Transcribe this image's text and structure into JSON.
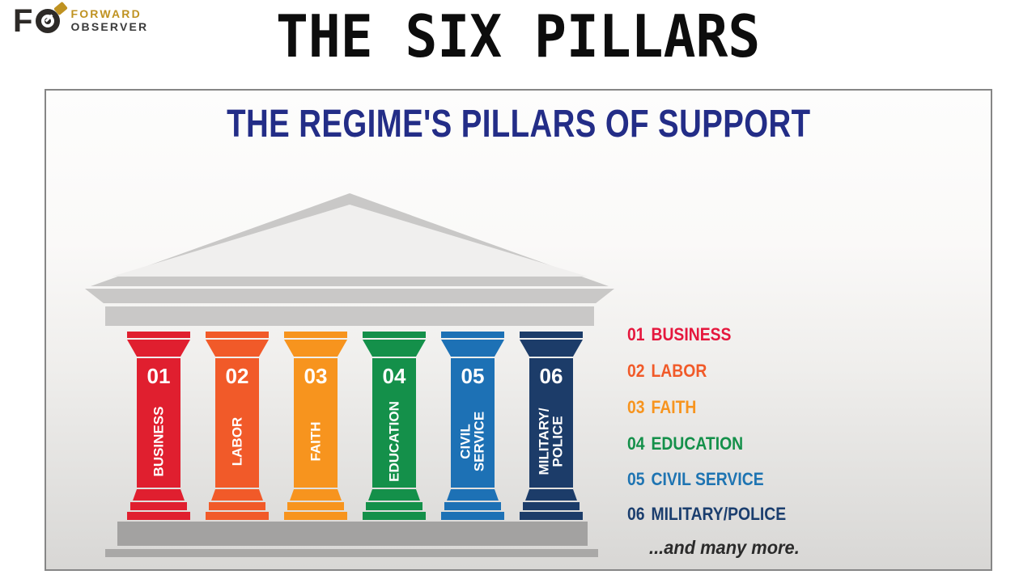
{
  "header": {
    "logo": {
      "monogram_f": "F",
      "icon": "target-scope-icon",
      "line1": "FORWARD",
      "line2": "OBSERVER",
      "gold": "#bf9221",
      "dark": "#3a3a3a"
    },
    "title": "THE SIX PILLARS"
  },
  "panel": {
    "title": "THE REGIME'S PILLARS OF SUPPORT",
    "title_color": "#232d87",
    "pillars": [
      {
        "num": "01",
        "label": "BUSINESS",
        "color": "#e01f2f"
      },
      {
        "num": "02",
        "label": "LABOR",
        "color": "#f15a29"
      },
      {
        "num": "03",
        "label": "FAITH",
        "color": "#f7941e"
      },
      {
        "num": "04",
        "label": "EDUCATION",
        "color": "#14904a"
      },
      {
        "num": "05",
        "label": "CIVIL\nSERVICE",
        "color": "#1d71b5"
      },
      {
        "num": "06",
        "label": "MILITARY/\nPOLICE",
        "color": "#1c3c69"
      }
    ],
    "legend": {
      "items": [
        {
          "num": "01",
          "label": "BUSINESS",
          "color": "#e5173d"
        },
        {
          "num": "02",
          "label": "LABOR",
          "color": "#f15a29"
        },
        {
          "num": "03",
          "label": "FAITH",
          "color": "#f7941e"
        },
        {
          "num": "04",
          "label": "EDUCATION",
          "color": "#14904a"
        },
        {
          "num": "05",
          "label": "CIVIL SERVICE",
          "color": "#1e74b2"
        },
        {
          "num": "06",
          "label": "MILITARY/POLICE",
          "color": "#1b3e6e"
        }
      ],
      "footnote": "...and many more."
    },
    "structure_colors": {
      "stone": "#c9c8c7",
      "pediment_fill": "#f0efee",
      "platform": "#a3a2a1",
      "step": "#a9a8a7"
    }
  }
}
